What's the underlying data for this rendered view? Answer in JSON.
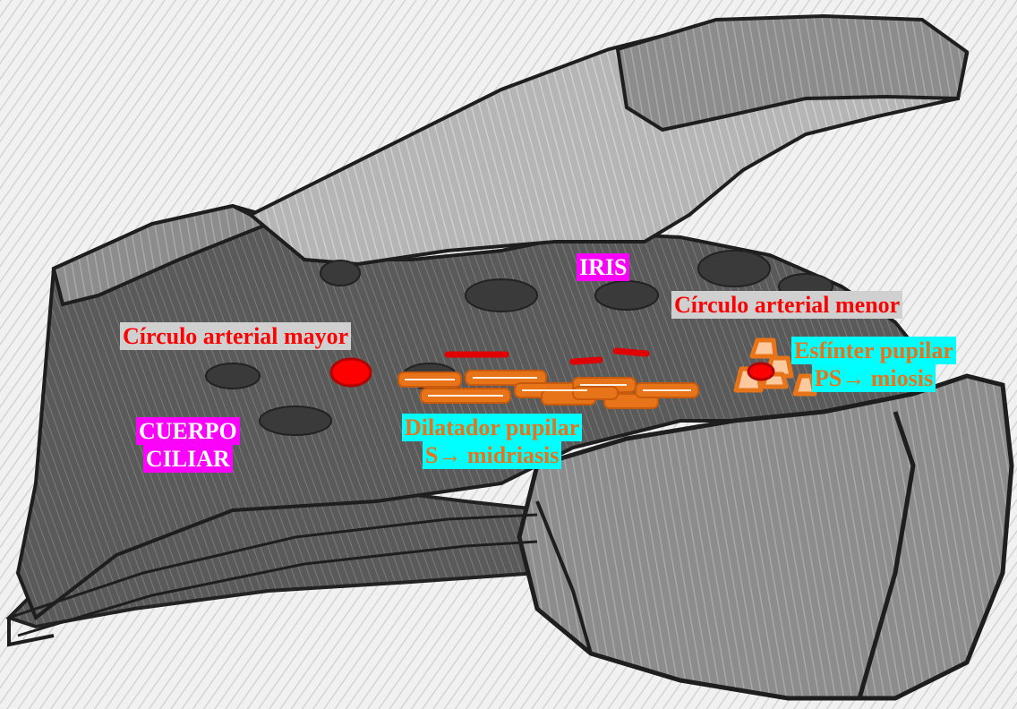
{
  "labels": {
    "iris": "IRIS",
    "cuerpo_ciliar": [
      "CUERPO",
      "CILIAR"
    ],
    "circulo_mayor": "Círculo arterial mayor",
    "circulo_menor": "Círculo arterial menor",
    "dilatador": [
      "Dilatador pupilar",
      "S→ midriasis"
    ],
    "esfinter": [
      "Esfínter pupilar",
      "PS→ miosis"
    ]
  },
  "colors": {
    "magenta_label_bg": "#ff00ff",
    "cyan_label_bg": "#00ffff",
    "gray_label_bg": "#d0d0d0",
    "artery_red": "#ff0000",
    "muscle_orange": "#e8741a",
    "muscle_light": "#ffc9a0"
  }
}
